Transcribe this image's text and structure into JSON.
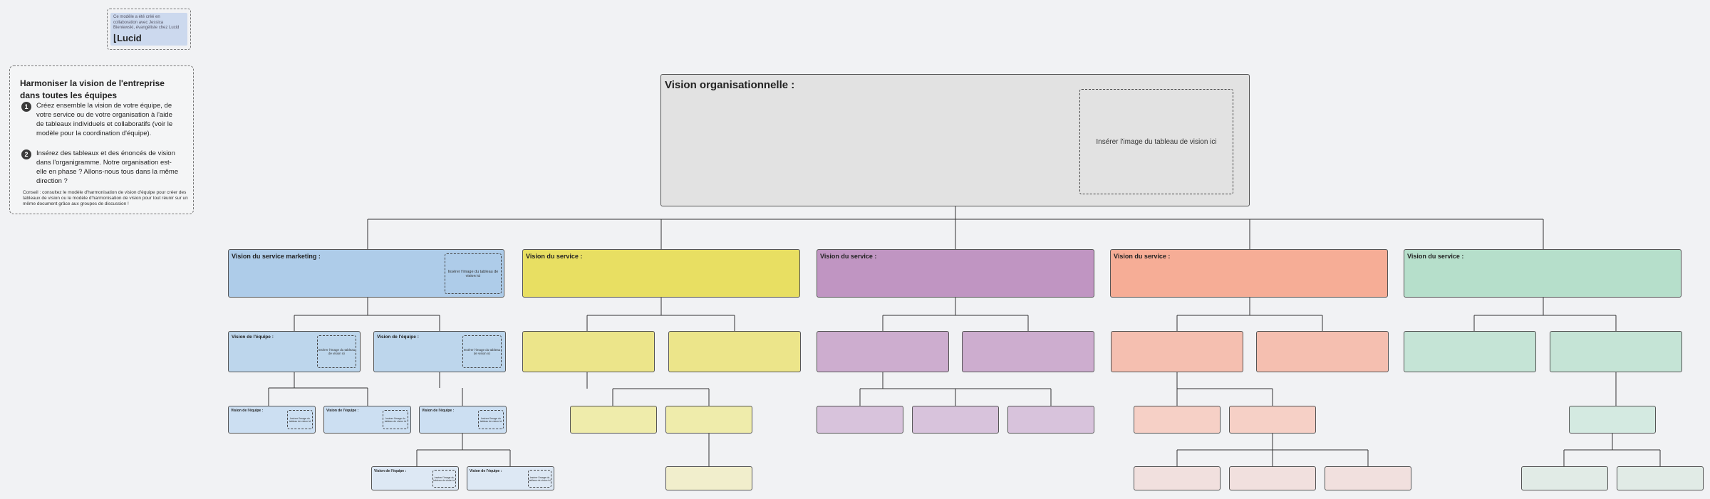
{
  "note": {
    "text": "Ce modèle a été créé en collaboration avec Jessica Bieniewski, évangéliste chez Lucid",
    "logo": "Lucid",
    "logo_icon": "lucid-logo-icon"
  },
  "instructions": {
    "title": "Harmoniser la vision de l'entreprise dans toutes les équipes",
    "steps": [
      {
        "num": "1",
        "text": "Créez ensemble la vision de votre équipe, de votre service ou de votre organisation à l'aide de tableaux individuels et collaboratifs (voir le modèle pour la coordination d'équipe)."
      },
      {
        "num": "2",
        "text": "Insérez des tableaux et des énoncés de vision dans l'organigramme. Notre organisation est-elle en phase ? Allons-nous tous dans la même direction ?"
      }
    ],
    "tip": "Conseil : consultez le modèle d'harmonisation de vision d'équipe pour créer des tableaux de vision ou le modèle d'harmonisation de vision pour tout réunir sur un même document grâce aux groupes de discussion !"
  },
  "main": {
    "title": "Vision organisationnelle :",
    "placeholder": "Insérer l'image du tableau de vision ici"
  },
  "services": {
    "marketing": {
      "title": "Vision du service marketing :",
      "placeholder": "Insérer l'image du tableau de vision ici"
    },
    "yellow": {
      "title": "Vision du service :"
    },
    "purple": {
      "title": "Vision du service :"
    },
    "orange": {
      "title": "Vision du service :"
    },
    "green": {
      "title": "Vision du service :"
    }
  },
  "teams": {
    "label": "Vision de l'équipe :",
    "placeholder_mid": "Insérer l'image du tableau de vision ici",
    "placeholder_small": "Insérer l'image du tableau de vision ici"
  },
  "colors": {
    "background": "#f1f2f4",
    "blue_service": "#aecce9",
    "blue_team": "#bdd6ec",
    "blue_sub": "#ccdff2",
    "blue_subsub": "#dde8f4",
    "yellow_service": "#e8df62",
    "yellow_team": "#ece58a",
    "yellow_sub": "#efecab",
    "yellow_subsub": "#f1eecc",
    "purple_service": "#c095c2",
    "purple_team": "#cdadcf",
    "purple_sub": "#d8c3dc",
    "orange_service": "#f6ad96",
    "orange_team": "#f5bfb0",
    "orange_sub": "#f6d0c6",
    "orange_subsub": "#f1e0de",
    "green_service": "#b6dfcb",
    "green_team": "#c5e4d6",
    "green_sub": "#d4eae1",
    "green_subsub": "#e1ebe6"
  }
}
